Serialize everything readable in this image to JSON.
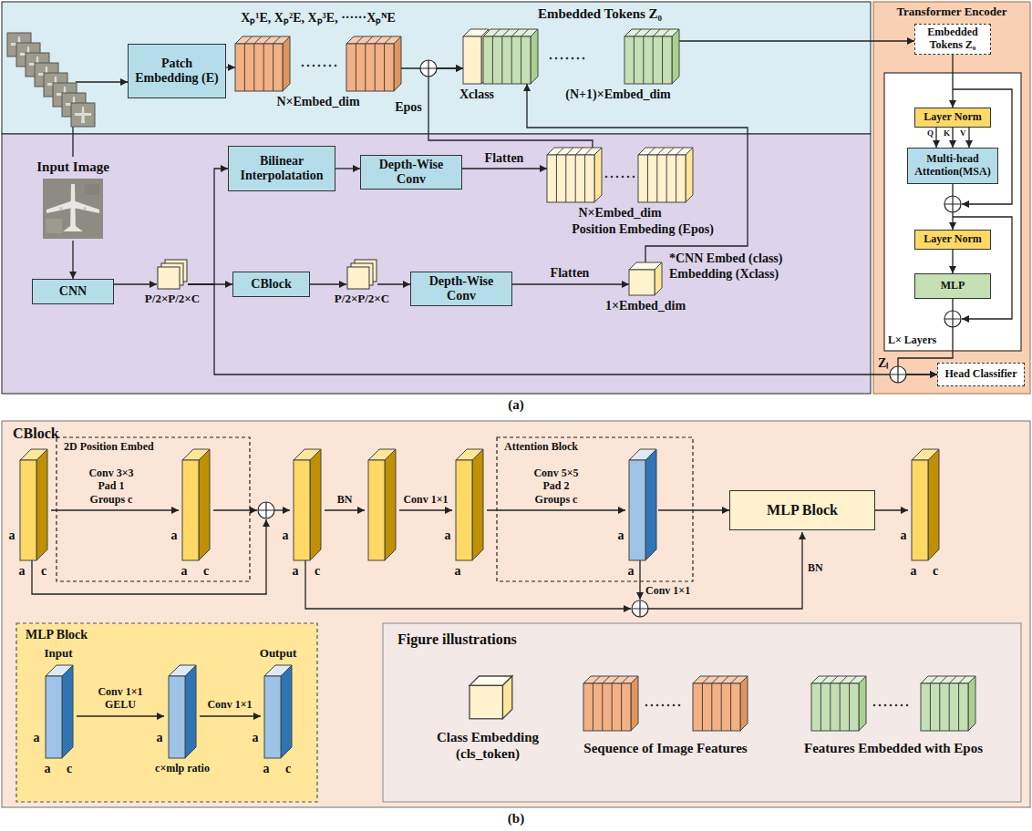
{
  "diagram": {
    "nodes": [
      {
        "text": [
          "Patch Embedding (E)"
        ]
      },
      {
        "text": [
          "Xₚ¹E, Xₚ²E, Xₚ³E, ······XₚᴺE",
          "N×Embed_dim"
        ]
      },
      {
        "text": [
          "Embedded Tokens Z₀",
          "(N+1)×Embed_dim"
        ]
      },
      {
        "text": [
          "Input Image"
        ]
      },
      {
        "text": [
          "CNN"
        ]
      },
      {
        "text": [
          "P/2×P/2×C"
        ]
      },
      {
        "text": [
          "Bilinear Interpolatation"
        ]
      },
      {
        "text": [
          "Depth-Wise Conv"
        ]
      },
      {
        "text": [
          "N×Embed_dim",
          "Position Embeding (Epos)"
        ]
      },
      {
        "text": [
          "CBlock"
        ]
      },
      {
        "text": [
          "P/2×P/2×C"
        ]
      },
      {
        "text": [
          "Depth-Wise Conv"
        ]
      },
      {
        "text": [
          "1×Embed_dim",
          "*CNN Embed (class) Embedding (Xclass)"
        ]
      },
      {
        "text": [
          "Transformer Encoder"
        ]
      },
      {
        "text": [
          "Embedded Tokens Z₀"
        ],
        "in": 13
      },
      {
        "text": [
          "L× Layers"
        ],
        "in": 13
      },
      {
        "text": [
          "Layer Norm"
        ],
        "in": 15
      },
      {
        "text": [
          "Multi-head Attention(MSA)"
        ],
        "in": 15
      },
      {
        "text": [
          "Layer Norm"
        ],
        "in": 15
      },
      {
        "text": [
          "MLP"
        ],
        "in": 15
      },
      {
        "text": [
          "Head Classifier"
        ],
        "in": 13
      },
      {
        "text": [
          "CBlock"
        ]
      },
      {
        "text": [
          "2D Position Embed"
        ],
        "in": 21
      },
      {
        "text": [
          "Attention Block"
        ],
        "in": 21
      },
      {
        "text": [
          "MLP Block"
        ],
        "in": 21
      },
      {
        "text": [
          "MLP Block"
        ],
        "in": 21
      },
      {
        "text": [
          "Figure illustrations"
        ],
        "in": 21
      }
    ],
    "edges": [
      {
        "from": 3,
        "to": 0,
        "arrow": "to"
      },
      {
        "from": 0,
        "to": 1,
        "arrow": "to"
      },
      {
        "from": 1,
        "to": 2,
        "arrow": "to"
      },
      {
        "from": 8,
        "to": 2,
        "label": "Epos",
        "arrow": "to"
      },
      {
        "from": 12,
        "to": 2,
        "arrow": "to"
      },
      {
        "from": 2,
        "to": 14,
        "arrow": "to"
      },
      {
        "from": 3,
        "to": 4,
        "arrow": "to"
      },
      {
        "from": 4,
        "to": 5,
        "arrow": "to"
      },
      {
        "from": 5,
        "to": 6,
        "arrow": "to"
      },
      {
        "from": 6,
        "to": 7,
        "arrow": "to"
      },
      {
        "from": 7,
        "to": 8,
        "label": "Flatten",
        "arrow": "to"
      },
      {
        "from": 5,
        "to": 9,
        "arrow": "to"
      },
      {
        "from": 9,
        "to": 10,
        "arrow": "to"
      },
      {
        "from": 10,
        "to": 11,
        "arrow": "to"
      },
      {
        "from": 11,
        "to": 12,
        "label": "Flatten",
        "arrow": "to"
      },
      {
        "from": 5,
        "to": 20,
        "arrow": "to"
      },
      {
        "from": 14,
        "to": 16,
        "arrow": "to"
      },
      {
        "from": 16,
        "to": 17,
        "label": "Q",
        "arrow": "to"
      },
      {
        "from": 16,
        "to": 17,
        "label": "K",
        "arrow": "to"
      },
      {
        "from": 16,
        "to": 17,
        "label": "V",
        "arrow": "to"
      },
      {
        "from": 17,
        "to": 18,
        "arrow": "to"
      },
      {
        "from": 18,
        "to": 19,
        "arrow": "to"
      },
      {
        "from": 15,
        "to": 20,
        "label": "Zₗ",
        "arrow": "to"
      },
      {
        "from": 23,
        "to": 24,
        "arrow": "to"
      }
    ],
    "labels": [
      "Xclass",
      "(a)",
      "(b)",
      "a",
      "a",
      "c",
      "a",
      "a",
      "c",
      "a",
      "a",
      "c",
      "a",
      "a",
      "a",
      "a",
      "a",
      "a",
      "c",
      "Conv 3×3 Pad 1 Groups c",
      "BN",
      "Conv 1×1",
      "Conv 5×5 Pad 2 Groups c",
      "Conv 1×1",
      "BN",
      "Input",
      "Output",
      "a",
      "a",
      "c",
      "Conv 1×1 GELU",
      "a",
      "c×mlp ratio",
      "Conv 1×1",
      "a",
      "a",
      "c"
    ],
    "legend": [
      {
        "text": "Class Embedding (cls_token)"
      },
      {
        "text": "Sequence of Image Features"
      },
      {
        "text": "Features Embedded with Epos"
      }
    ]
  }
}
